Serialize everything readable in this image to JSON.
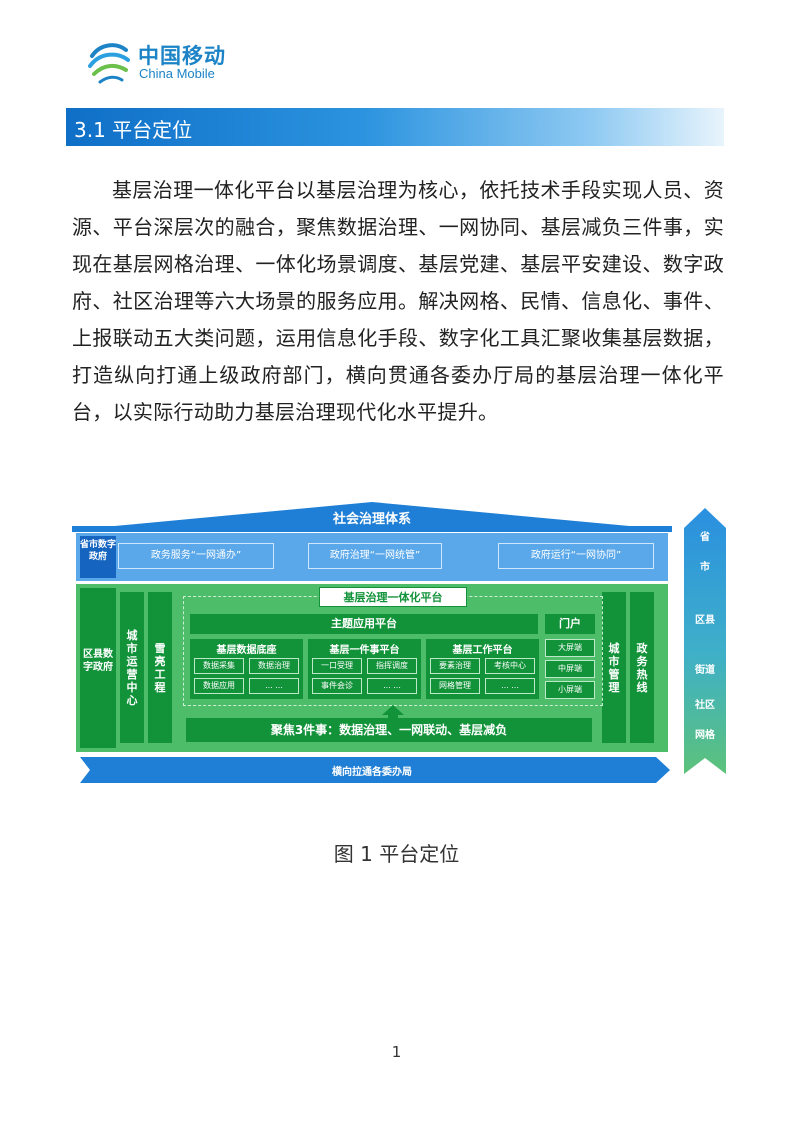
{
  "logo": {
    "cn": "中国移动",
    "en": "China Mobile"
  },
  "section": {
    "title": "3.1 平台定位"
  },
  "paragraph": "基层治理一体化平台以基层治理为核心，依托技术手段实现人员、资源、平台深层次的融合，聚焦数据治理、一网协同、基层减负三件事，实现在基层网格治理、一体化场景调度、基层党建、基层平安建设、数字政府、社区治理等六大场景的服务应用。解决网格、民情、信息化、事件、上报联动五大类问题，运用信息化手段、数字化工具汇聚收集基层数据，打造纵向打通上级政府部门，横向贯通各委办厅局的基层治理一体化平台，以实际行动助力基层治理现代化水平提升。",
  "diagram": {
    "roof": "社会治理体系",
    "province": {
      "label": "省市数字政府",
      "boxes": [
        "政务服务“一网通办”",
        "政府治理“一网统管”",
        "政府运行“一网协同”"
      ]
    },
    "county": {
      "label": "区县数字政府",
      "left_bars": [
        "城市运营中心",
        "雪亮工程"
      ],
      "right_bars": [
        "城市管理",
        "政务热线"
      ],
      "platform_title": "基层治理一体化平台",
      "theme": "主题应用平台",
      "portal": "门户",
      "portal_items": [
        "大屏端",
        "中屏端",
        "小屏端"
      ],
      "panels": [
        {
          "title": "基层数据底座",
          "chips": [
            "数据采集",
            "数据治理",
            "数据应用",
            "... ..."
          ]
        },
        {
          "title": "基层一件事平台",
          "chips": [
            "一口受理",
            "指挥调度",
            "事件会诊",
            "... ..."
          ]
        },
        {
          "title": "基层工作平台",
          "chips": [
            "要素治理",
            "考核中心",
            "网格管理",
            "... ..."
          ]
        }
      ],
      "focus": "聚焦3件事：数据治理、一网联动、基层减负"
    },
    "bottom_arrow": "横向拉通各委办局",
    "levels": [
      "省",
      "市",
      "区县",
      "街道",
      "社区",
      "网格"
    ]
  },
  "caption": "图 1  平台定位",
  "page_number": "1",
  "colors": {
    "brand": "#1c84c6",
    "dark_green": "#12933a",
    "band_green": "#4ebd69",
    "band_blue": "#5aa8ea"
  }
}
